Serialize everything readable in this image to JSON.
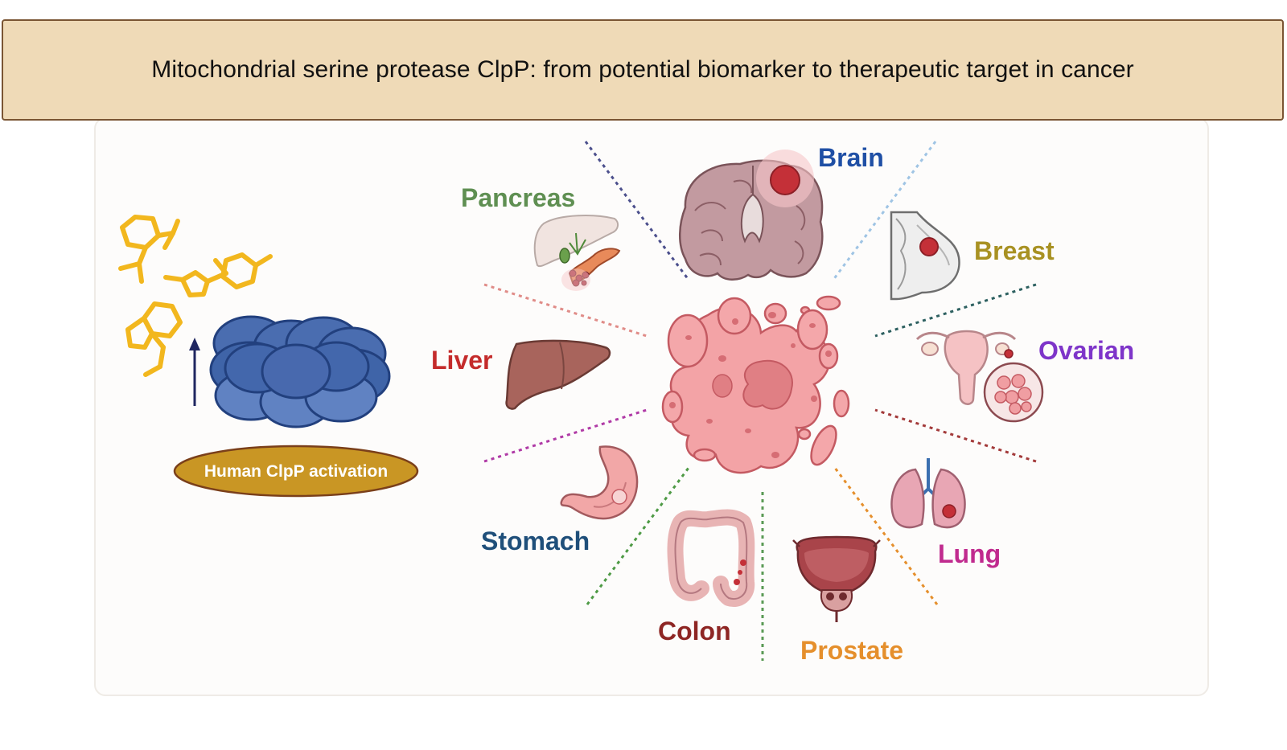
{
  "title": "Mitochondrial serine protease ClpP: from potential biomarker to therapeutic target in cancer",
  "clpp": {
    "label": "Human ClpP activation",
    "icons": [
      "small-molecule-activator-icon",
      "clpp-complex-icon",
      "up-arrow-icon"
    ]
  },
  "cancers": [
    {
      "key": "brain",
      "label": "Brain",
      "color": "#1f4fa5",
      "icon": "brain-icon"
    },
    {
      "key": "breast",
      "label": "Breast",
      "color": "#a89122",
      "icon": "breast-icon"
    },
    {
      "key": "ovarian",
      "label": "Ovarian",
      "color": "#7e35c9",
      "icon": "ovary-icon"
    },
    {
      "key": "lung",
      "label": "Lung",
      "color": "#c02a8e",
      "icon": "lung-icon"
    },
    {
      "key": "prostate",
      "label": "Prostate",
      "color": "#e58f2c",
      "icon": "prostate-icon"
    },
    {
      "key": "colon",
      "label": "Colon",
      "color": "#8e2624",
      "icon": "colon-icon"
    },
    {
      "key": "stomach",
      "label": "Stomach",
      "color": "#1f4f7a",
      "icon": "stomach-icon"
    },
    {
      "key": "liver",
      "label": "Liver",
      "color": "#c42b2b",
      "icon": "liver-icon"
    },
    {
      "key": "pancreas",
      "label": "Pancreas",
      "color": "#5f8f52",
      "icon": "pancreas-icon"
    }
  ],
  "colors": {
    "banner_bg": "#efdab7",
    "banner_border": "#7a5533",
    "tumor": "#f3a3a6",
    "tumor_stroke": "#c45a62",
    "clpp_blue": "#3f64a8",
    "activator": "#f2b71e",
    "oval_gold": "#c99624"
  }
}
